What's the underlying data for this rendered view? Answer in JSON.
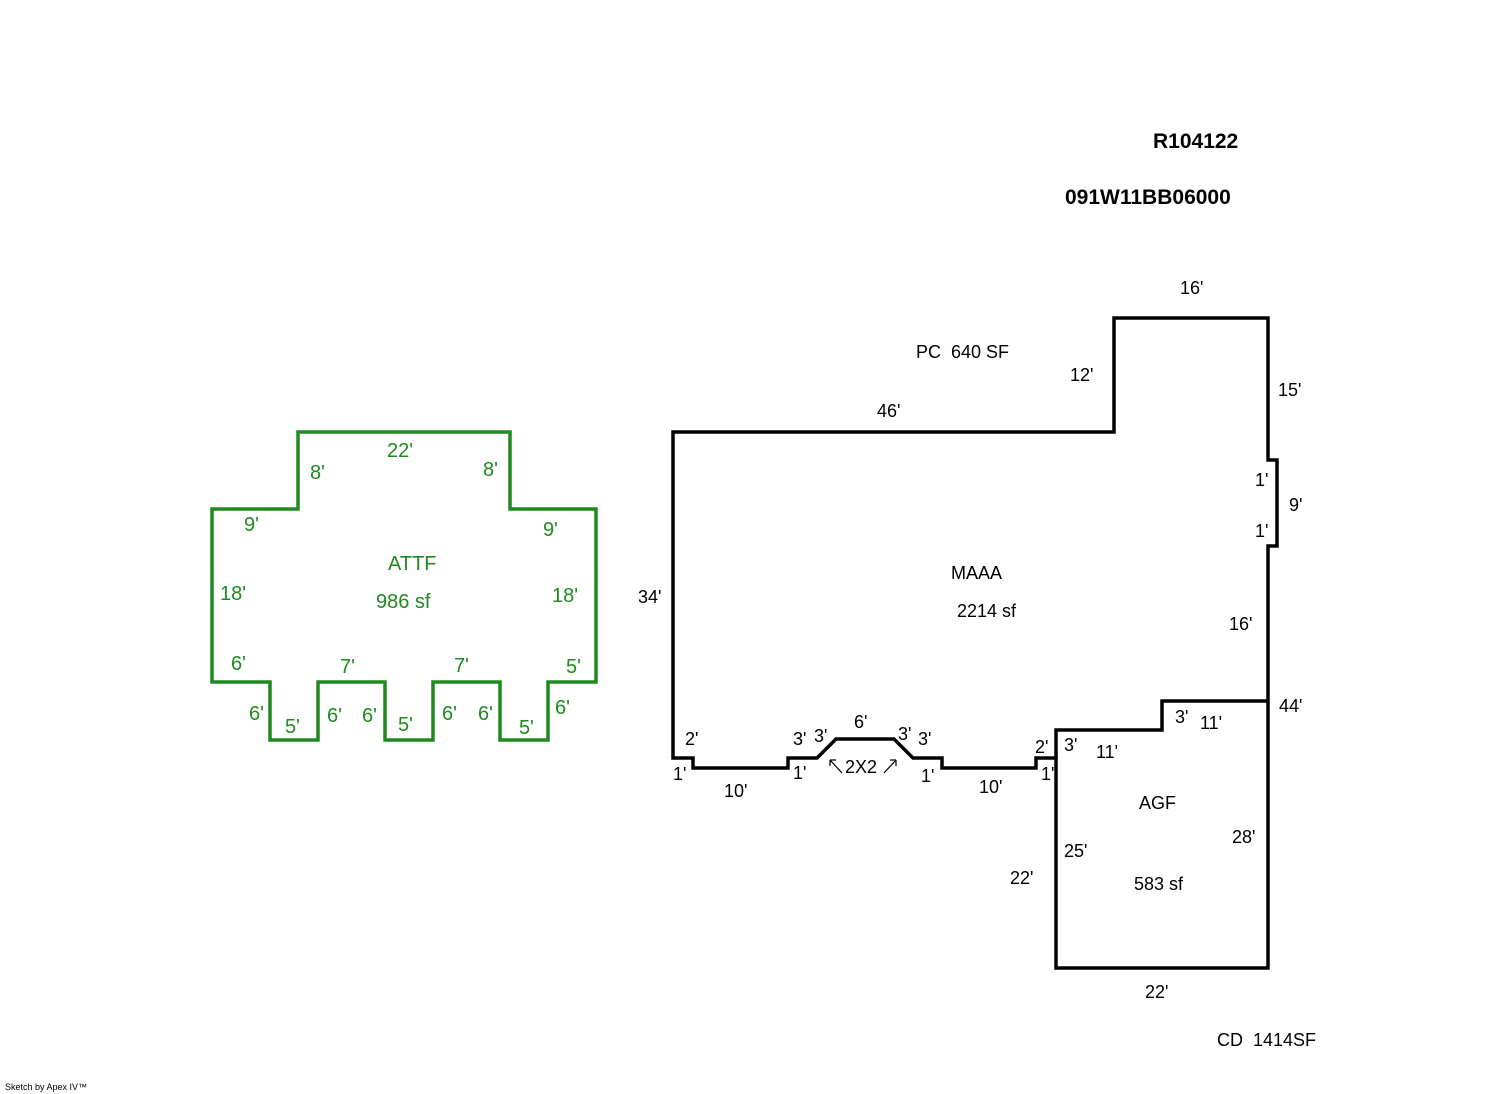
{
  "header": {
    "account_id": "R104122",
    "map_number": "091W11BB06000"
  },
  "footer": {
    "credit": "Sketch by Apex IV™"
  },
  "colors": {
    "attf_outline": "#1f8a1f",
    "main_outline": "#000000"
  },
  "attf": {
    "code": "ATTF",
    "area": "986 sf",
    "dims": {
      "top": "22'",
      "upper_left_riser": "8'",
      "upper_right_riser": "8'",
      "left_shoulder": "9'",
      "right_shoulder": "9'",
      "left_side": "18'",
      "right_side": "18'",
      "bottom_left_ledge": "6'",
      "bottom_right_ledge": "5'",
      "mid_left_ledge": "7'",
      "mid_right_ledge": "7'",
      "tab1_left": "6'",
      "tab1_bottom": "5'",
      "tab1_right": "6'",
      "tab2_left": "6'",
      "tab2_bottom": "5'",
      "tab2_right": "6'",
      "tab3_left": "6'",
      "tab3_bottom": "5'",
      "tab3_right": "6'"
    }
  },
  "main": {
    "code": "MAAA",
    "area": "2214 sf",
    "dims": {
      "top_left": "46'",
      "top_right": "16'",
      "step_up": "12'",
      "right_upper": "15'",
      "notch_top": "1'",
      "notch_side": "9'",
      "notch_bottom": "1'",
      "right_lower": "16'",
      "left": "34'",
      "left_bottom_drop": "2'",
      "left_bottom_jog": "1'",
      "bottom_left_run": "10'",
      "bay_left_jog": "1'",
      "bay_left_step": "3'",
      "bay_left_diag": "3'",
      "bay_top": "6'",
      "bay_right_diag": "3'",
      "bay_right_step": "3'",
      "bay_right_jog": "1'",
      "bottom_right_run": "10'",
      "right_bottom_rise": "2'",
      "right_bottom_jog": "1'",
      "bay_label": "2X2"
    }
  },
  "garage": {
    "code": "AGF",
    "area": "583 sf",
    "dims": {
      "right_total": "44'",
      "top_step": "3'",
      "top_right": "11'",
      "top_left": "11'",
      "left_step": "3'",
      "left_inner": "25'",
      "right_side": "28'",
      "left_outer": "22'",
      "bottom": "22'"
    }
  },
  "extras": {
    "porch": "PC  640 SF",
    "deck": "CD  1414SF"
  }
}
